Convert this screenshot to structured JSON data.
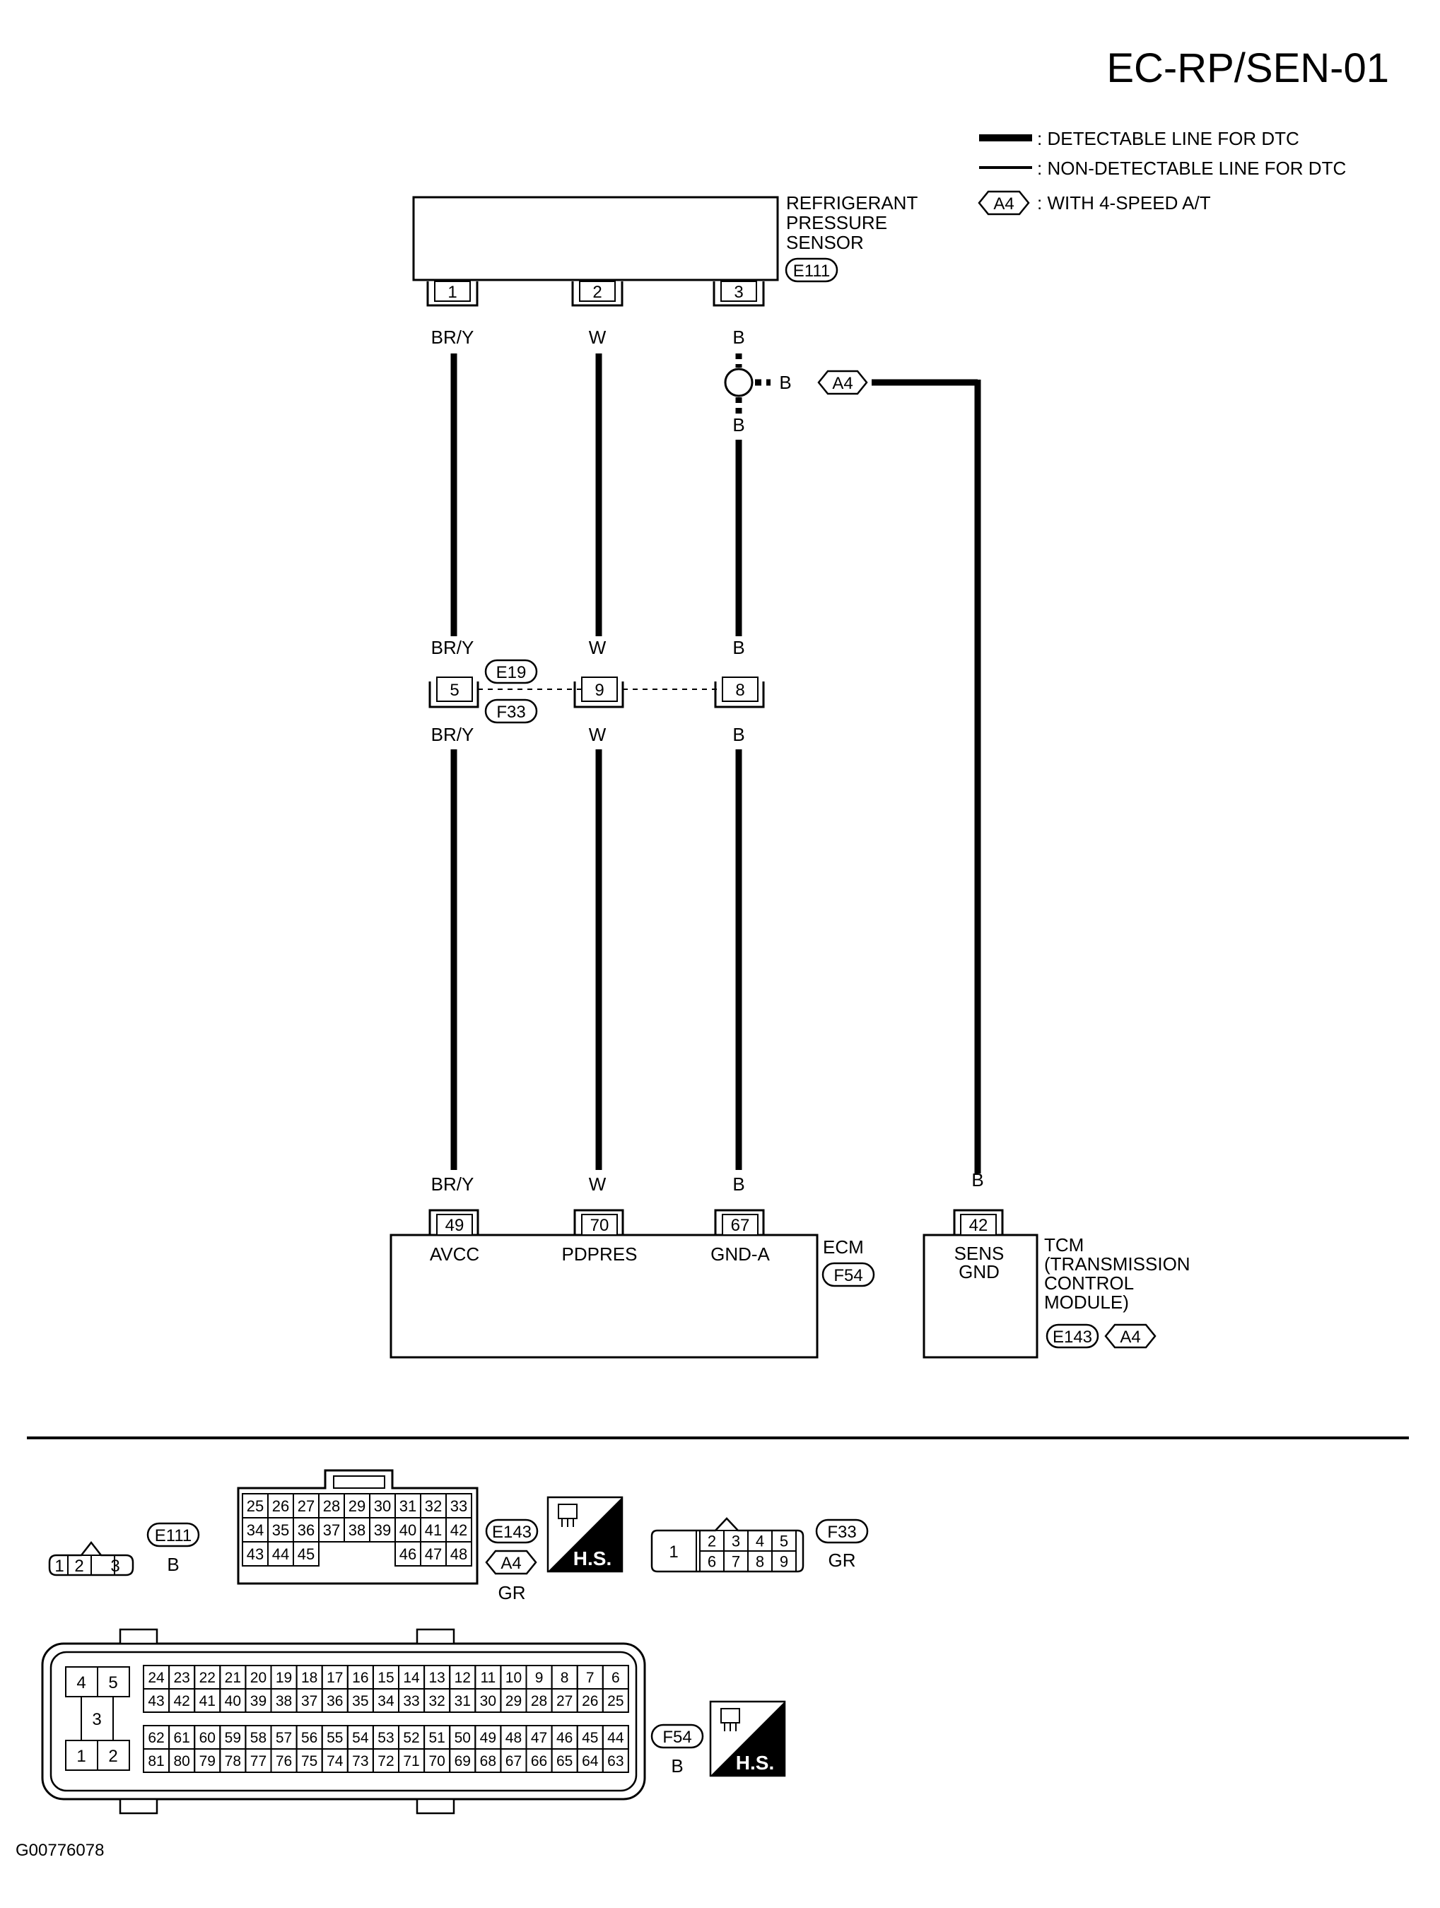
{
  "title": "EC-RP/SEN-01",
  "footer_code": "G00776078",
  "legend": {
    "detectable": ": DETECTABLE LINE FOR DTC",
    "non_detectable": ": NON-DETECTABLE LINE FOR DTC",
    "a4_badge": "A4",
    "a4_text": ": WITH 4-SPEED A/T"
  },
  "sensor": {
    "name_1": "REFRIGERANT",
    "name_2": "PRESSURE",
    "name_3": "SENSOR",
    "connector": "E111",
    "pins": [
      "1",
      "2",
      "3"
    ]
  },
  "wires": {
    "w1": "BR/Y",
    "w2": "W",
    "w3": "B",
    "branch": "B"
  },
  "junction": {
    "pins": [
      "5",
      "9",
      "8"
    ],
    "conn_top": "E19",
    "conn_bottom": "F33"
  },
  "ecm": {
    "name": "ECM",
    "connector": "F54",
    "pins": [
      "49",
      "70",
      "67"
    ],
    "terminals": [
      "AVCC",
      "PDPRES",
      "GND-A"
    ]
  },
  "tcm": {
    "pin": "42",
    "terminal_1": "SENS",
    "terminal_2": "GND",
    "name_1": "TCM",
    "name_2": "(TRANSMISSION",
    "name_3": "CONTROL",
    "name_4": "MODULE)",
    "connector": "E143",
    "badge": "A4"
  },
  "connector_views": {
    "e111": {
      "id": "E111",
      "color": "B",
      "pins": [
        "1",
        "2",
        "3"
      ]
    },
    "e143": {
      "id": "E143",
      "badge": "A4",
      "color": "GR",
      "row1": [
        "25",
        "26",
        "27",
        "28",
        "29",
        "30",
        "31",
        "32",
        "33"
      ],
      "row2": [
        "34",
        "35",
        "36",
        "37",
        "38",
        "39",
        "40",
        "41",
        "42"
      ],
      "row3_left": [
        "43",
        "44",
        "45"
      ],
      "row3_right": [
        "46",
        "47",
        "48"
      ],
      "hs": "H.S."
    },
    "f33": {
      "id": "F33",
      "color": "GR",
      "big": "1",
      "row1": [
        "2",
        "3",
        "4",
        "5"
      ],
      "row2": [
        "6",
        "7",
        "8",
        "9"
      ]
    },
    "f54": {
      "id": "F54",
      "color": "B",
      "hs": "H.S.",
      "left_pins": [
        "4",
        "5",
        "3",
        "1",
        "2"
      ],
      "row1": [
        "24",
        "23",
        "22",
        "21",
        "20",
        "19",
        "18",
        "17",
        "16",
        "15",
        "14",
        "13",
        "12",
        "11",
        "10",
        "9",
        "8",
        "7",
        "6"
      ],
      "row2": [
        "43",
        "42",
        "41",
        "40",
        "39",
        "38",
        "37",
        "36",
        "35",
        "34",
        "33",
        "32",
        "31",
        "30",
        "29",
        "28",
        "27",
        "26",
        "25"
      ],
      "row3": [
        "62",
        "61",
        "60",
        "59",
        "58",
        "57",
        "56",
        "55",
        "54",
        "53",
        "52",
        "51",
        "50",
        "49",
        "48",
        "47",
        "46",
        "45",
        "44"
      ],
      "row4": [
        "81",
        "80",
        "79",
        "78",
        "77",
        "76",
        "75",
        "74",
        "73",
        "72",
        "71",
        "70",
        "69",
        "68",
        "67",
        "66",
        "65",
        "64",
        "63"
      ]
    }
  }
}
